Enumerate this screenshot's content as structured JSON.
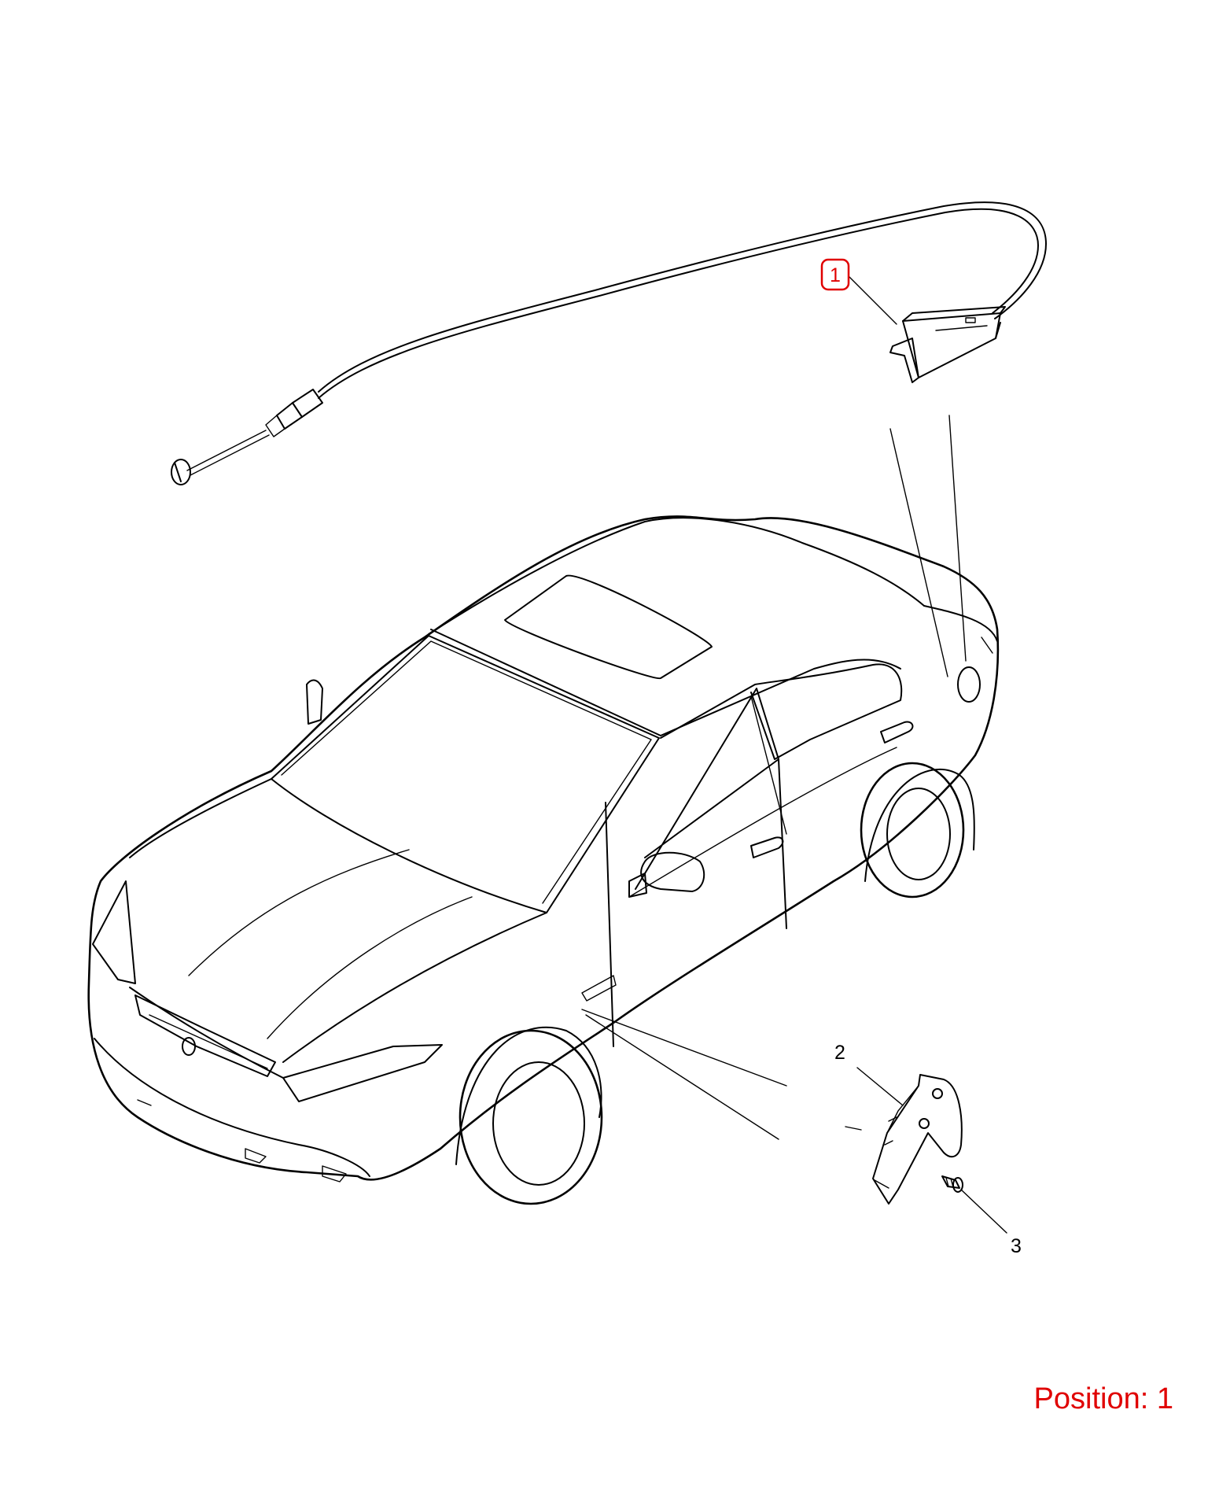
{
  "callouts": [
    {
      "id": "1",
      "label": "1",
      "selected": true
    },
    {
      "id": "2",
      "label": "2",
      "selected": false
    },
    {
      "id": "3",
      "label": "3",
      "selected": false
    }
  ],
  "position": {
    "label": "Position:",
    "value": "1"
  },
  "colors": {
    "selected": "#e00000",
    "line": "#000000",
    "background": "#ffffff"
  }
}
